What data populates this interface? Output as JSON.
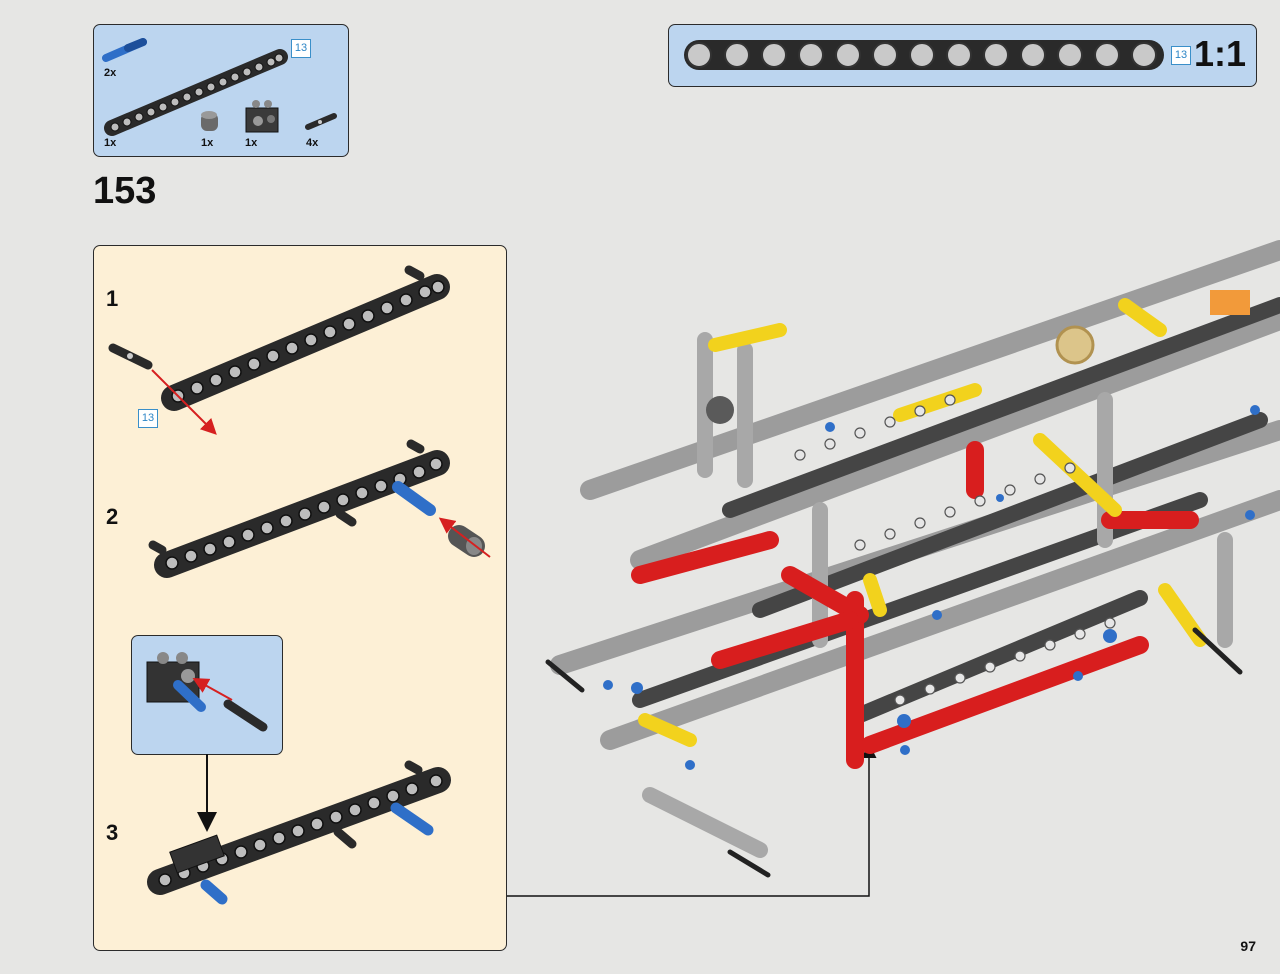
{
  "parts_list": {
    "items": [
      {
        "qty": "2x",
        "part": "blue-axle-pin"
      },
      {
        "qty": "1x",
        "part": "black-beam-15"
      },
      {
        "qty": "1x",
        "part": "grey-bush"
      },
      {
        "qty": "1x",
        "part": "black-brick-with-holes"
      },
      {
        "qty": "4x",
        "part": "black-friction-pin"
      }
    ],
    "beam_length_ref": "13"
  },
  "step": {
    "number": "153",
    "substeps": [
      {
        "number": "1",
        "length_ref": "13"
      },
      {
        "number": "2"
      },
      {
        "number": "3"
      }
    ]
  },
  "scale_ruler": {
    "length_ref": "13",
    "label": "1:1"
  },
  "page_number": "97",
  "colors": {
    "callout_blue": "#bcd5ef",
    "substep_panel": "#fdf0d6",
    "page_background": "#e6e6e4",
    "arrow_red": "#d62020",
    "reference_blue": "#2d86c6"
  }
}
